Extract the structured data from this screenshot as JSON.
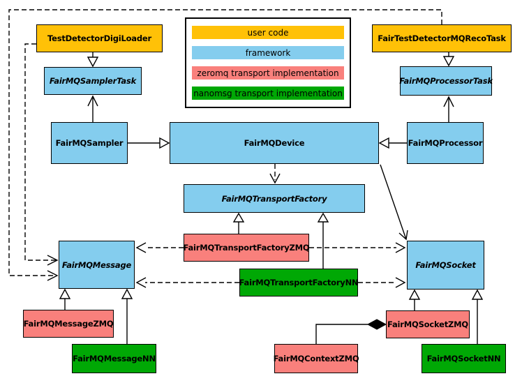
{
  "colors": {
    "user_code": "#FFC107",
    "framework": "#84CDEE",
    "zeromq": "#F9807C",
    "nanomsg": "#00A805",
    "line": "#000000",
    "background": "#FFFFFF"
  },
  "legend": {
    "items": [
      {
        "label": "user code",
        "color_key": "user_code"
      },
      {
        "label": "framework",
        "color_key": "framework"
      },
      {
        "label": "zeromq transport implementation",
        "color_key": "zeromq"
      },
      {
        "label": "nanomsg transport implementation",
        "color_key": "nanomsg"
      }
    ]
  },
  "nodes": {
    "TestDetectorDigiLoader": {
      "label": "TestDetectorDigiLoader",
      "category": "user_code",
      "abstract": false
    },
    "FairTestDetectorMQRecoTask": {
      "label": "FairTestDetectorMQRecoTask",
      "category": "user_code",
      "abstract": false
    },
    "FairMQSamplerTask": {
      "label": "FairMQSamplerTask",
      "category": "framework",
      "abstract": true
    },
    "FairMQProcessorTask": {
      "label": "FairMQProcessorTask",
      "category": "framework",
      "abstract": true
    },
    "FairMQSampler": {
      "label": "FairMQSampler",
      "category": "framework",
      "abstract": false
    },
    "FairMQDevice": {
      "label": "FairMQDevice",
      "category": "framework",
      "abstract": false
    },
    "FairMQProcessor": {
      "label": "FairMQProcessor",
      "category": "framework",
      "abstract": false
    },
    "FairMQTransportFactory": {
      "label": "FairMQTransportFactory",
      "category": "framework",
      "abstract": true
    },
    "FairMQTransportFactoryZMQ": {
      "label": "FairMQTransportFactoryZMQ",
      "category": "zeromq",
      "abstract": false
    },
    "FairMQTransportFactoryNN": {
      "label": "FairMQTransportFactoryNN",
      "category": "nanomsg",
      "abstract": false
    },
    "FairMQMessage": {
      "label": "FairMQMessage",
      "category": "framework",
      "abstract": true
    },
    "FairMQSocket": {
      "label": "FairMQSocket",
      "category": "framework",
      "abstract": true
    },
    "FairMQMessageZMQ": {
      "label": "FairMQMessageZMQ",
      "category": "zeromq",
      "abstract": false
    },
    "FairMQMessageNN": {
      "label": "FairMQMessageNN",
      "category": "nanomsg",
      "abstract": false
    },
    "FairMQContextZMQ": {
      "label": "FairMQContextZMQ",
      "category": "zeromq",
      "abstract": false
    },
    "FairMQSocketZMQ": {
      "label": "FairMQSocketZMQ",
      "category": "zeromq",
      "abstract": false
    },
    "FairMQSocketNN": {
      "label": "FairMQSocketNN",
      "category": "nanomsg",
      "abstract": false
    }
  },
  "relationships": [
    {
      "from": "TestDetectorDigiLoader",
      "to": "FairMQSamplerTask",
      "type": "generalization"
    },
    {
      "from": "FairTestDetectorMQRecoTask",
      "to": "FairMQProcessorTask",
      "type": "generalization"
    },
    {
      "from": "FairMQSampler",
      "to": "FairMQDevice",
      "type": "generalization"
    },
    {
      "from": "FairMQProcessor",
      "to": "FairMQDevice",
      "type": "generalization"
    },
    {
      "from": "FairMQSampler",
      "to": "FairMQSamplerTask",
      "type": "association"
    },
    {
      "from": "FairMQProcessor",
      "to": "FairMQProcessorTask",
      "type": "association"
    },
    {
      "from": "FairMQDevice",
      "to": "FairMQTransportFactory",
      "type": "dependency"
    },
    {
      "from": "FairMQDevice",
      "to": "FairMQSocket",
      "type": "association"
    },
    {
      "from": "FairMQTransportFactoryZMQ",
      "to": "FairMQTransportFactory",
      "type": "generalization"
    },
    {
      "from": "FairMQTransportFactoryNN",
      "to": "FairMQTransportFactory",
      "type": "generalization"
    },
    {
      "from": "FairMQTransportFactoryZMQ",
      "to": "FairMQMessage",
      "type": "dependency"
    },
    {
      "from": "FairMQTransportFactoryZMQ",
      "to": "FairMQSocket",
      "type": "dependency"
    },
    {
      "from": "FairMQTransportFactoryNN",
      "to": "FairMQMessage",
      "type": "dependency"
    },
    {
      "from": "FairMQTransportFactoryNN",
      "to": "FairMQSocket",
      "type": "dependency"
    },
    {
      "from": "TestDetectorDigiLoader",
      "to": "FairMQMessage",
      "type": "dependency"
    },
    {
      "from": "FairTestDetectorMQRecoTask",
      "to": "FairMQMessage",
      "type": "dependency"
    },
    {
      "from": "FairMQMessageZMQ",
      "to": "FairMQMessage",
      "type": "generalization"
    },
    {
      "from": "FairMQMessageNN",
      "to": "FairMQMessage",
      "type": "generalization"
    },
    {
      "from": "FairMQSocketZMQ",
      "to": "FairMQSocket",
      "type": "generalization"
    },
    {
      "from": "FairMQSocketNN",
      "to": "FairMQSocket",
      "type": "generalization"
    },
    {
      "from": "FairMQContextZMQ",
      "to": "FairMQSocketZMQ",
      "type": "composition"
    }
  ]
}
